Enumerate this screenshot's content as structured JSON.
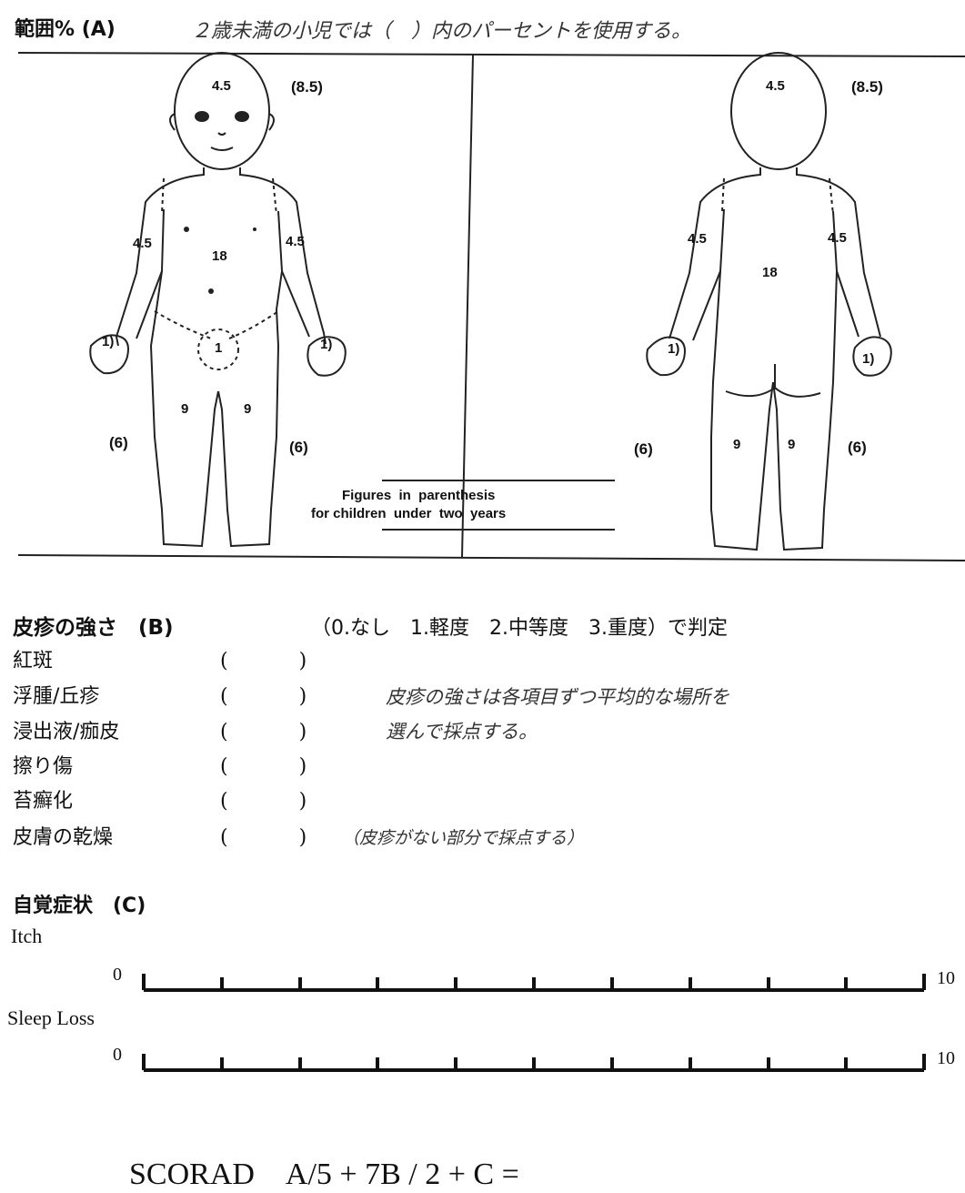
{
  "header": {
    "title": "範囲% (A)",
    "note": "２歳未満の小児では（　）内のパーセントを使用する。"
  },
  "front": {
    "head": "4.5",
    "head_child": "(8.5)",
    "arm_left": "4.5",
    "arm_right": "4.5",
    "trunk": "18",
    "hand_left": "1)",
    "hand_right": "1)",
    "genital": "1",
    "leg_left": "9",
    "leg_right": "9",
    "leg_child_left": "(6)",
    "leg_child_right": "(6)"
  },
  "back": {
    "head": "4.5",
    "head_child": "(8.5)",
    "arm_left": "4.5",
    "arm_right": "4.5",
    "trunk": "18",
    "hand_left": "1)",
    "hand_right": "1)",
    "leg_left": "9",
    "leg_right": "9",
    "leg_child_left": "(6)",
    "leg_child_right": "(6)"
  },
  "figure_note": {
    "line1": "Figures  in  parenthesis",
    "line2": "for children  under  two  years"
  },
  "intensity": {
    "title": "皮疹の強さ　(B)",
    "scale": "（0.なし　1.軽度　2.中等度　3.重度）で判定",
    "items": [
      {
        "label": "紅斑",
        "paren": "(　)"
      },
      {
        "label": "浮腫/丘疹",
        "paren": "(　)"
      },
      {
        "label": "浸出液/痂皮",
        "paren": "(　)"
      },
      {
        "label": "擦り傷",
        "paren": "(　)"
      },
      {
        "label": "苔癬化",
        "paren": "(　)"
      },
      {
        "label": "皮膚の乾燥",
        "paren": "(　)"
      }
    ],
    "note1": "皮疹の強さは各項目ずつ平均的な場所を",
    "note2": "選んで採点する。",
    "dry_note": "（皮疹がない部分で採点する）"
  },
  "subjective": {
    "title": "自覚症状　(C)",
    "scales": [
      {
        "label": "Itch",
        "min": "0",
        "max": "10"
      },
      {
        "label": "Sleep Loss",
        "min": "0",
        "max": "10"
      }
    ]
  },
  "formula": "SCORAD　A/5 + 7B / 2 + C ="
}
